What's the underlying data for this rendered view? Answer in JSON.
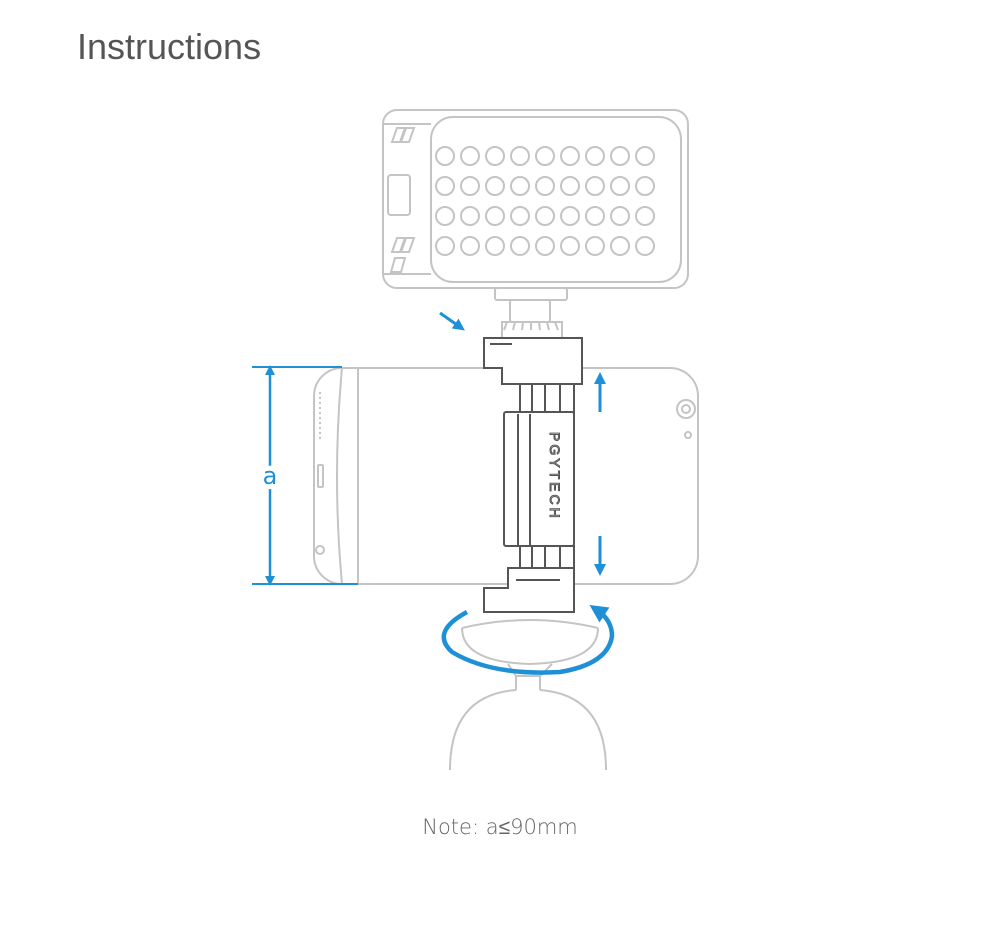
{
  "title": "Instructions",
  "labels": {
    "dimension": "a",
    "brand": "PGYTECH"
  },
  "note": "Note: a≤90mm",
  "colors": {
    "outline": "#c4c4c4",
    "clamp": "#555555",
    "accent": "#1e90d8",
    "title": "#555555"
  },
  "icons": {
    "push_arrow": "arrow-down-right-icon",
    "extend_up": "arrow-up-icon",
    "extend_down": "arrow-down-icon",
    "rotate": "rotate-arrow-icon"
  }
}
